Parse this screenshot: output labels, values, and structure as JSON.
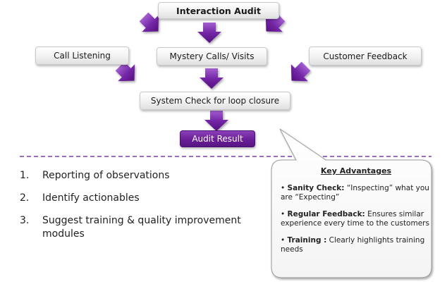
{
  "colors": {
    "arrow_purple": "#6b1f99",
    "result_purple": "#6a1e96",
    "divider_purple": "#7a3aa6"
  },
  "diagram": {
    "title": "Interaction Audit",
    "nodes": {
      "call_listening": "Call Listening",
      "mystery_calls": "Mystery Calls/ Visits",
      "customer_feedback": "Customer Feedback",
      "system_check": "System Check for loop closure",
      "audit_result": "Audit Result"
    }
  },
  "steps": [
    {
      "num": "1.",
      "text": "Reporting of observations"
    },
    {
      "num": "2.",
      "text": "Identify actionables"
    },
    {
      "num": "3.",
      "text": "Suggest training & quality improvement modules"
    }
  ],
  "callout": {
    "title": "Key Advantages",
    "items": [
      {
        "bullet": "• ",
        "label": "Sanity Check:",
        "text": " “Inspecting” what you are “Expecting”"
      },
      {
        "bullet": "• ",
        "label": "Regular Feedback:",
        "text": " Ensures similar experience every time to the customers"
      },
      {
        "bullet": "• ",
        "label": "Training :",
        "text": " Clearly highlights training needs"
      }
    ]
  }
}
